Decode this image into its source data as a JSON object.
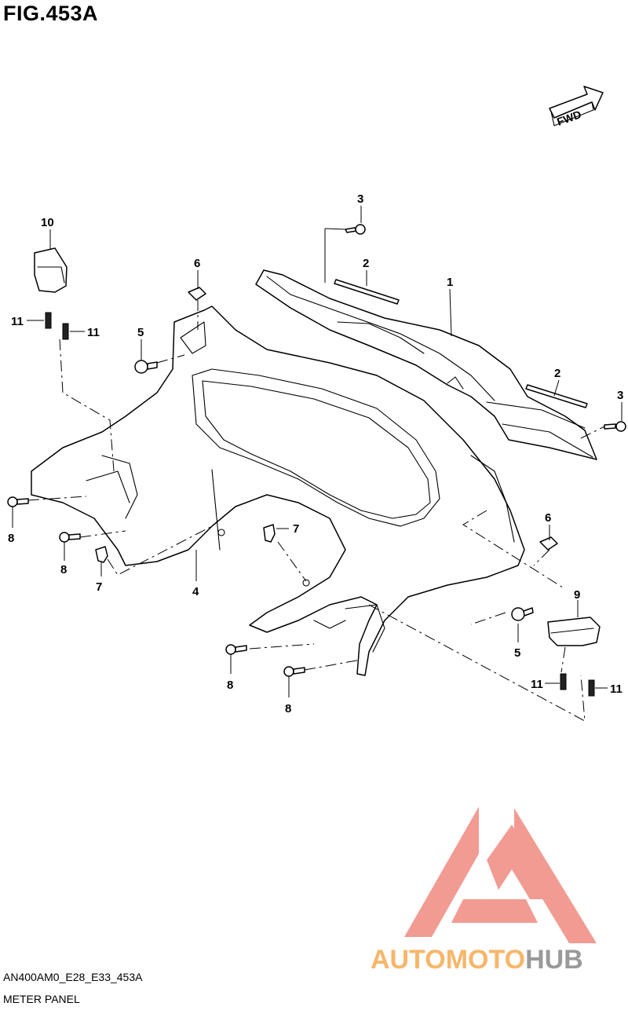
{
  "figure": {
    "title": "FIG.453A",
    "fwd_label": "FWD",
    "code": "AN400AM0_E28_E33_453A",
    "name": "METER PANEL"
  },
  "callouts": [
    {
      "id": "c1",
      "label": "1"
    },
    {
      "id": "c2a",
      "label": "2"
    },
    {
      "id": "c2b",
      "label": "2"
    },
    {
      "id": "c3a",
      "label": "3"
    },
    {
      "id": "c3b",
      "label": "3"
    },
    {
      "id": "c4",
      "label": "4"
    },
    {
      "id": "c5a",
      "label": "5"
    },
    {
      "id": "c5b",
      "label": "5"
    },
    {
      "id": "c6a",
      "label": "6"
    },
    {
      "id": "c6b",
      "label": "6"
    },
    {
      "id": "c7a",
      "label": "7"
    },
    {
      "id": "c7b",
      "label": "7"
    },
    {
      "id": "c8a",
      "label": "8"
    },
    {
      "id": "c8b",
      "label": "8"
    },
    {
      "id": "c8c",
      "label": "8"
    },
    {
      "id": "c8d",
      "label": "8"
    },
    {
      "id": "c9",
      "label": "9"
    },
    {
      "id": "c10",
      "label": "10"
    },
    {
      "id": "c11a",
      "label": "11"
    },
    {
      "id": "c11b",
      "label": "11"
    },
    {
      "id": "c11c",
      "label": "11"
    },
    {
      "id": "c11d",
      "label": "11"
    }
  ],
  "watermark": {
    "text_part1": "AUTOMOTO",
    "text_part2": "HUB",
    "colors": {
      "logo": "#f08a80",
      "text_orange": "#f7b66a",
      "text_gray": "#9a9a9a"
    }
  }
}
